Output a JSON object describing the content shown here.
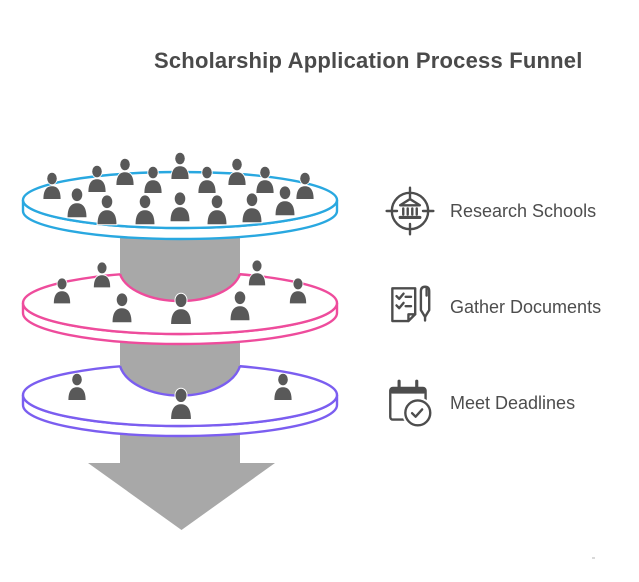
{
  "title": "Scholarship Application Process Funnel",
  "colors": {
    "stage1_blue": "#29A8E0",
    "stage2_pink": "#EE4C9C",
    "stage3_purple": "#7B5EF0",
    "arrow_gray": "#A8A8A8",
    "person_gray": "#595959",
    "text_gray": "#4D4D4D"
  },
  "funnel": {
    "stages": [
      {
        "id": "research-schools",
        "color": "#29A8E0",
        "people_count": 16,
        "people": [
          [
            52,
            186
          ],
          [
            97,
            179
          ],
          [
            125,
            172
          ],
          [
            153,
            180
          ],
          [
            180,
            166
          ],
          [
            207,
            180
          ],
          [
            237,
            172
          ],
          [
            265,
            180
          ],
          [
            305,
            186
          ],
          [
            77,
            203,
            1.1
          ],
          [
            107,
            210,
            1.1
          ],
          [
            145,
            210,
            1.1
          ],
          [
            180,
            207,
            1.1
          ],
          [
            217,
            210,
            1.1
          ],
          [
            252,
            208,
            1.1
          ],
          [
            285,
            201,
            1.1
          ]
        ]
      },
      {
        "id": "gather-documents",
        "color": "#EE4C9C",
        "people_count": 7,
        "people": [
          [
            62,
            291,
            0.95
          ],
          [
            102,
            275,
            0.95
          ],
          [
            122,
            308,
            1.1
          ],
          [
            181,
            309,
            1.15
          ],
          [
            240,
            306,
            1.1
          ],
          [
            257,
            273,
            0.95
          ],
          [
            298,
            291,
            0.95
          ]
        ]
      },
      {
        "id": "meet-deadlines",
        "color": "#7B5EF0",
        "people_count": 3,
        "people": [
          [
            77,
            387
          ],
          [
            181,
            404,
            1.15
          ],
          [
            283,
            387
          ]
        ]
      }
    ]
  },
  "legend": {
    "items": [
      {
        "icon": "school-target-icon",
        "label": "Research Schools"
      },
      {
        "icon": "documents-pen-icon",
        "label": "Gather Documents"
      },
      {
        "icon": "calendar-check-icon",
        "label": "Meet Deadlines"
      }
    ]
  }
}
